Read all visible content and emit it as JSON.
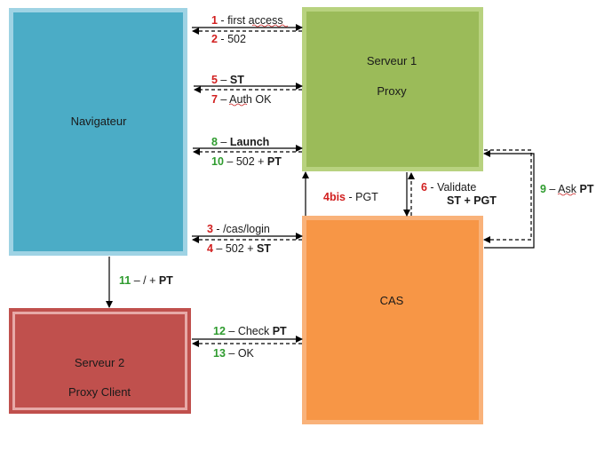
{
  "nodes": {
    "navigateur": {
      "label": "Navigateur",
      "fill": "#4bacc6",
      "border": "#9fd3e4"
    },
    "serveur1": {
      "label": "Serveur 1",
      "sublabel": "Proxy",
      "fill": "#9bbb59",
      "border": "#b8d27f"
    },
    "cas": {
      "label": "CAS",
      "fill": "#f79646",
      "border": "#f9b27a"
    },
    "serveur2": {
      "label": "Serveur 2",
      "sublabel": "Proxy Client",
      "fill": "#c0504d",
      "border": "#c0504d",
      "inner_border": "#e7a9a7"
    }
  },
  "edges": {
    "e1": {
      "num": "1",
      "sep": " - ",
      "text": "first access",
      "num_color": "red"
    },
    "e2": {
      "num": "2",
      "sep": " - ",
      "text": "502",
      "num_color": "red"
    },
    "e5": {
      "num": "5",
      "sep": " – ",
      "text": "ST",
      "num_color": "red",
      "text_bold": true
    },
    "e7": {
      "num": "7",
      "sep": " – ",
      "text": "Auth OK",
      "num_color": "red"
    },
    "e8": {
      "num": "8",
      "sep": " – ",
      "text": "Launch",
      "num_color": "green",
      "text_bold": true
    },
    "e10": {
      "num": "10",
      "sep": " – ",
      "text": "502 + ",
      "text_bold_tail": "PT",
      "num_color": "green"
    },
    "e4bis": {
      "num": "4bis",
      "sep": " - ",
      "text": "PGT",
      "num_color": "red"
    },
    "e6": {
      "num": "6",
      "sep": "  - ",
      "text": "Validate",
      "line2": "ST + PGT",
      "num_color": "red"
    },
    "e9": {
      "num": "9",
      "sep": " – ",
      "text": "Ask ",
      "text_bold_tail": "PT",
      "num_color": "green"
    },
    "e3": {
      "num": "3",
      "sep": " - ",
      "text": "/cas/login",
      "num_color": "red"
    },
    "e4": {
      "num": "4",
      "sep": " – ",
      "text": "502 + ",
      "text_bold_tail": "ST",
      "num_color": "red"
    },
    "e11": {
      "num": "11",
      "sep": " – ",
      "text": "/ + ",
      "text_bold_tail": "PT",
      "num_color": "green"
    },
    "e12": {
      "num": "12",
      "sep": " – ",
      "text": "Check ",
      "text_bold_tail": "PT",
      "num_color": "green"
    },
    "e13": {
      "num": "13",
      "sep": " – ",
      "text": "OK",
      "num_color": "green"
    }
  }
}
